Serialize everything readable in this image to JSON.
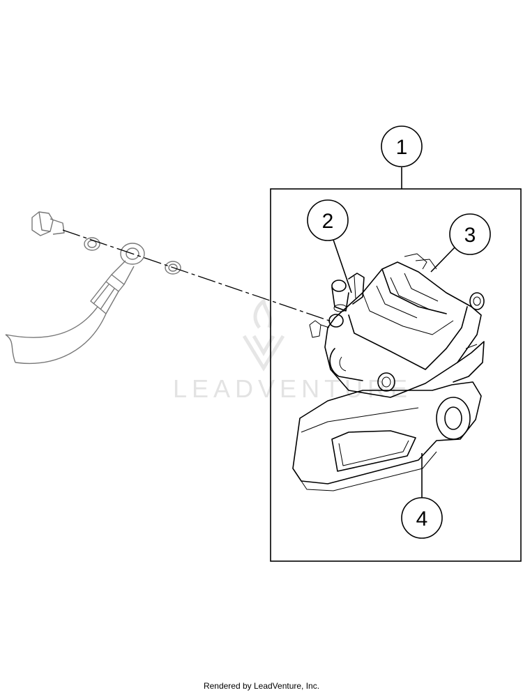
{
  "callouts": [
    {
      "id": "1",
      "label": "1"
    },
    {
      "id": "2",
      "label": "2"
    },
    {
      "id": "3",
      "label": "3"
    },
    {
      "id": "4",
      "label": "4"
    }
  ],
  "watermark": {
    "text": "LEADVENTURE"
  },
  "footer": {
    "text": "Rendered by LeadVenture, Inc."
  }
}
